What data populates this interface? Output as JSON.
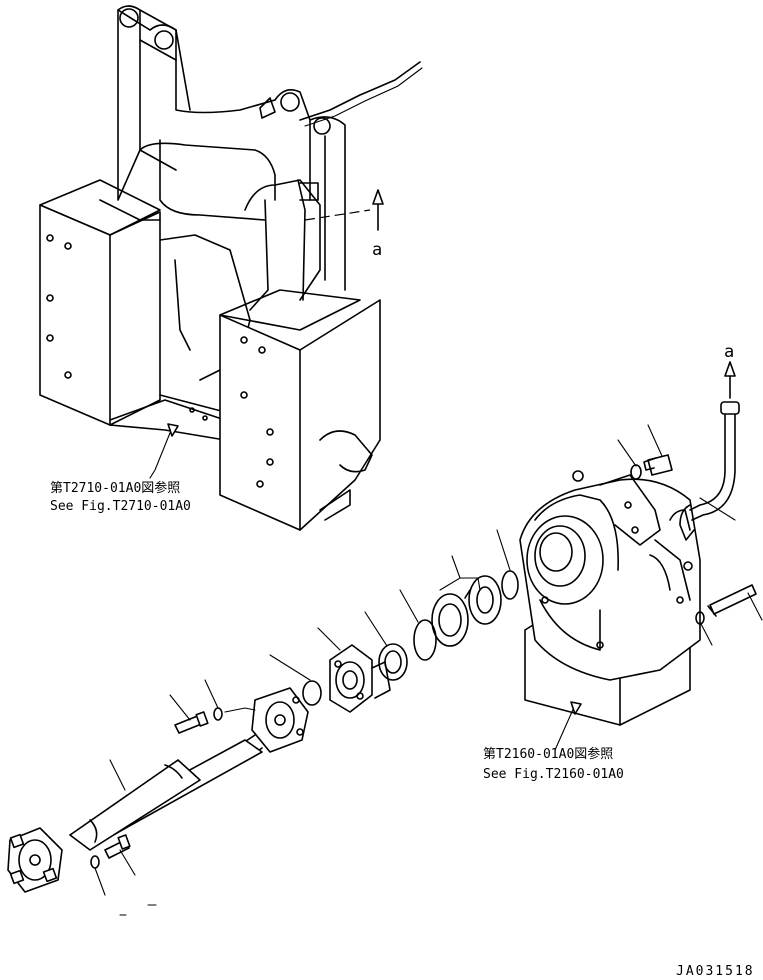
{
  "refs": {
    "upper_ja": "第T2710-01A0図参照",
    "upper_en": "See Fig.T2710-01A0",
    "lower_ja": "第T2160-01A0図参照",
    "lower_en": "See Fig.T2160-01A0"
  },
  "markers": {
    "connection_a_1": "a",
    "connection_a_2": "a"
  },
  "drawing_number": "JA031518"
}
